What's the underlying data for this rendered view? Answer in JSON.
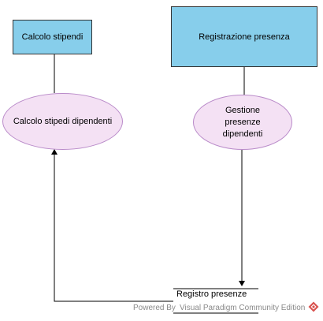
{
  "diagram": {
    "entities": {
      "calcolo_stipendi": "Calcolo stipendi",
      "registrazione_presenza": "Registrazione presenza"
    },
    "processes": {
      "calcolo_stipendi_dipendenti": "Calcolo stipedi dipendenti",
      "gestione_presenze_line1": "Gestione presenze",
      "gestione_presenze_line2": "dipendenti"
    },
    "data_store": {
      "label": "Registro presenze"
    }
  },
  "footer": {
    "powered_by": "Powered By",
    "brand": "Visual Paradigm Community Edition"
  },
  "colors": {
    "entity_fill": "#87CEEB",
    "process_fill": "#F4E1F4",
    "process_stroke": "#B98AC9",
    "line": "#000000",
    "footer_text": "#8a8a8a",
    "logo_red": "#d9534f"
  }
}
